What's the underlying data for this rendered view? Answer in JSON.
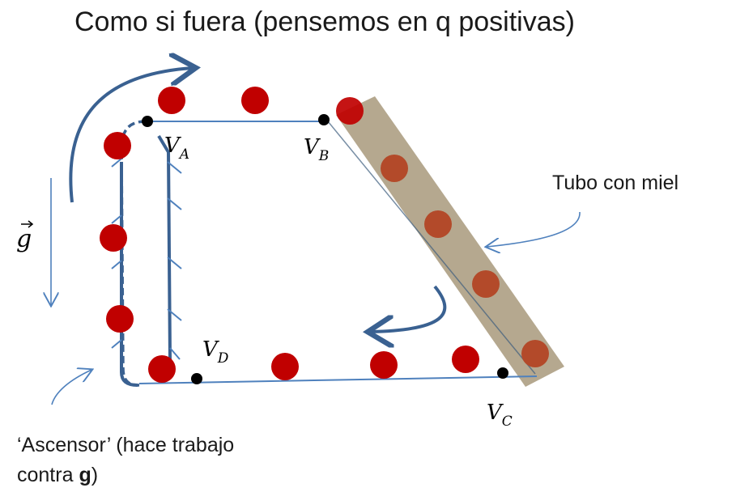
{
  "title": "Como si fuera (pensemos en q positivas)",
  "labels": {
    "tube": "Tubo con miel",
    "elevator_line1": "‘Ascensor’ (hace trabajo",
    "elevator_line2_prefix": "contra ",
    "elevator_line2_bold": "g",
    "elevator_line2_suffix": ")",
    "gravity_symbol": "g"
  },
  "nodes": [
    {
      "name": "node-a",
      "label": "V",
      "sub": "A"
    },
    {
      "name": "node-b",
      "label": "V",
      "sub": "B"
    },
    {
      "name": "node-c",
      "label": "V",
      "sub": "C"
    },
    {
      "name": "node-d",
      "label": "V",
      "sub": "D"
    }
  ],
  "colors": {
    "charge": "#c00000",
    "wire": "#4f81bd",
    "arrow": "#3a6191",
    "tube": "#a09070",
    "node": "#000000"
  }
}
